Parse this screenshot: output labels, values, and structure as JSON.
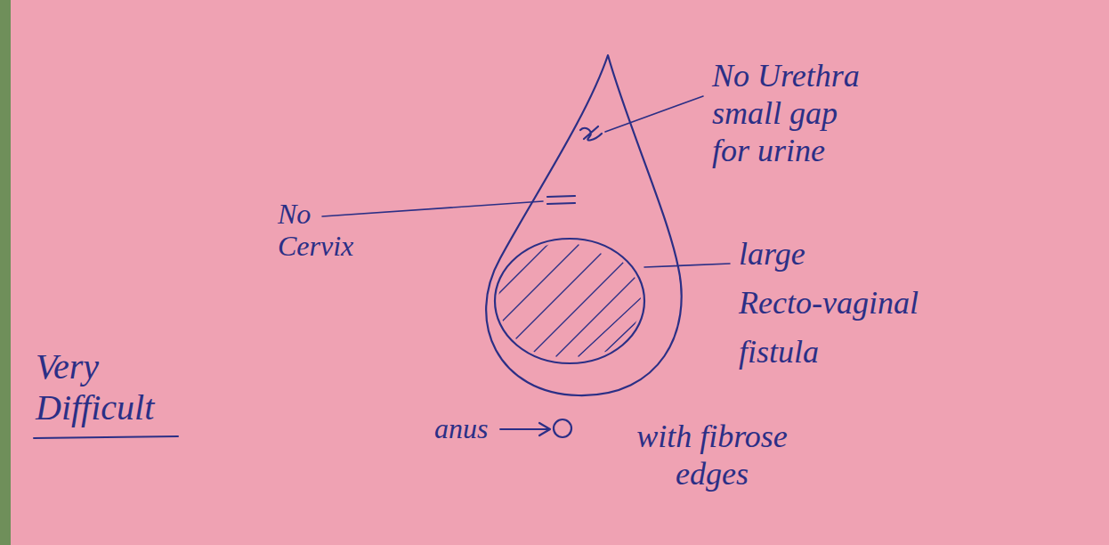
{
  "diagram": {
    "labels": [
      "No Urethra small gap for urine",
      "No Cervix",
      "large Recto-vaginal fistula",
      "Very Difficult",
      "anus",
      "with fibrose edges"
    ]
  }
}
